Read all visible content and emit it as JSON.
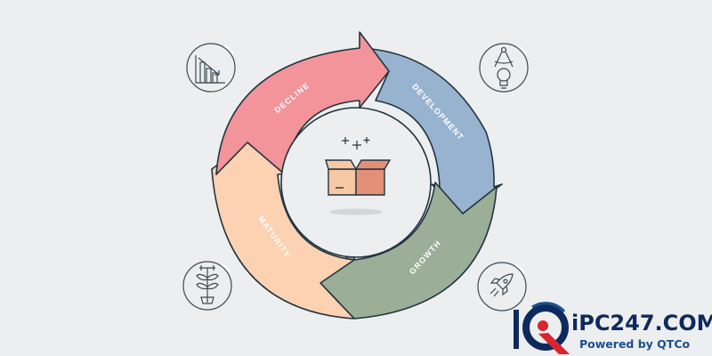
{
  "cycle": {
    "stages": [
      {
        "label": "DEVELOPMENT",
        "color": "#98b3cf",
        "icon": "compass-lightbulb-icon"
      },
      {
        "label": "GROWTH",
        "color": "#9aae98",
        "icon": "rocket-icon"
      },
      {
        "label": "MATURITY",
        "color": "#fcd2b2",
        "icon": "plant-icon"
      },
      {
        "label": "DECLINE",
        "color": "#f3939a",
        "icon": "declining-chart-icon"
      }
    ],
    "center_icon": "product-box-icon"
  },
  "branding": {
    "logo_text": "iPC247.COM",
    "tagline": "Powered by QTCo",
    "colors": {
      "navy": "#0e2a5c",
      "blue": "#1b4f8f",
      "red": "#d8262f"
    }
  }
}
